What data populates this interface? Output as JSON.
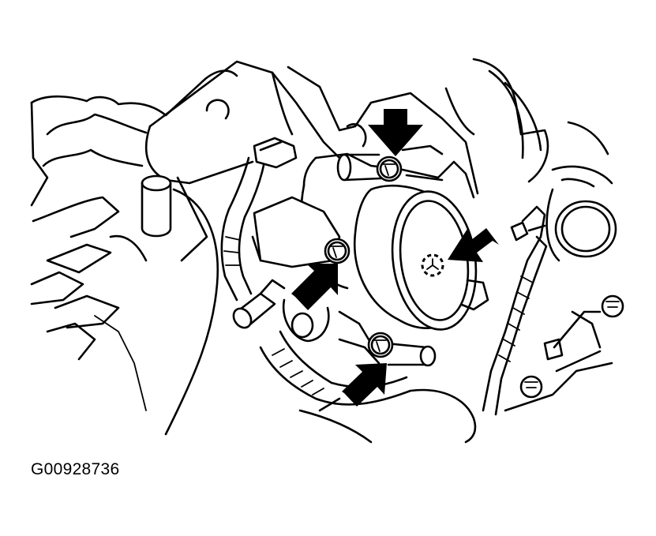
{
  "figure": {
    "id_code": "G00928736"
  },
  "colors": {
    "line": "#000000",
    "background": "#ffffff"
  },
  "callouts": {
    "arrow_count": 4,
    "targets": [
      "upper-bolt",
      "left-bolt",
      "lower-bolt",
      "pulley-center-bolt"
    ]
  }
}
